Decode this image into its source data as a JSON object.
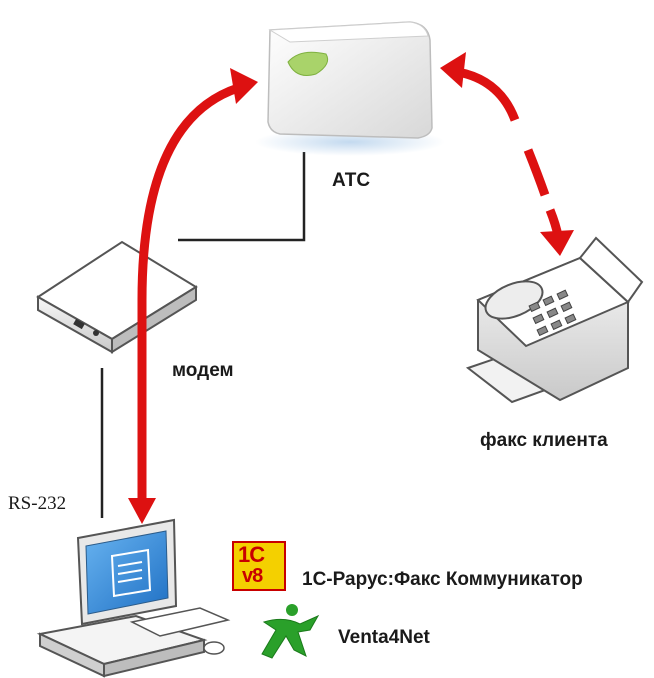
{
  "labels": {
    "ats": "АТС",
    "modem": "модем",
    "fax": "факс клиента",
    "rs232": "RS-232",
    "rarus": "1С-Рарус:Факс Коммуникатор",
    "venta": "Venta4Net"
  },
  "logo_1c": {
    "top_text": "1C",
    "bottom_text": "v8"
  },
  "icons": {
    "pbx": "pbx-box-icon",
    "modem": "modem-icon",
    "fax": "fax-machine-icon",
    "computer": "desktop-computer-icon",
    "venta_logo": "venta4net-figure-logo"
  },
  "colors": {
    "arrow": "#dd1111",
    "line": "#222222",
    "screen": "#3a8fd8",
    "venta_green": "#2aa02a"
  }
}
